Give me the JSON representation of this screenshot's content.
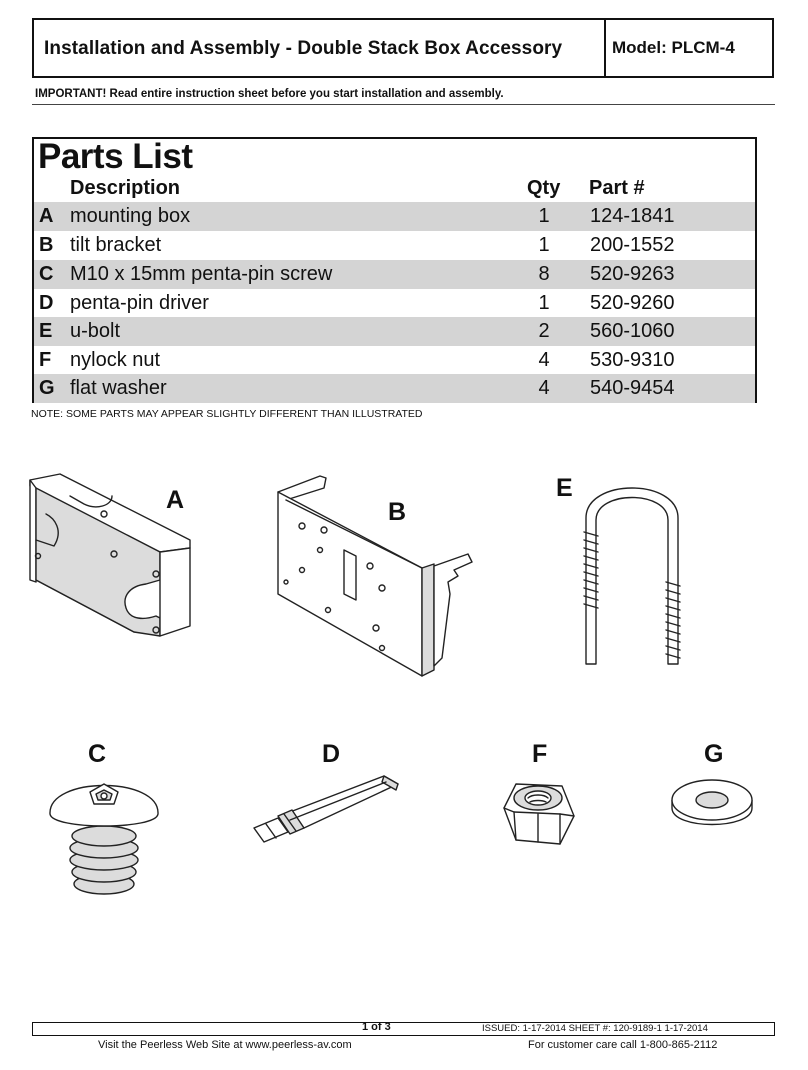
{
  "header": {
    "title": "Installation and Assembly - Double Stack Box Accessory",
    "model": "Model: PLCM-4"
  },
  "important_note": "IMPORTANT!  Read entire instruction sheet before you start installation and assembly.",
  "parts_list": {
    "title": "Parts List",
    "columns": {
      "description": "Description",
      "qty": "Qty",
      "part": "Part #"
    },
    "rows": [
      {
        "letter": "A",
        "description": "mounting box",
        "qty": "1",
        "part": "124-1841"
      },
      {
        "letter": "B",
        "description": "tilt bracket",
        "qty": "1",
        "part": "200-1552"
      },
      {
        "letter": "C",
        "description": "M10 x 15mm penta-pin screw",
        "qty": "8",
        "part": "520-9263"
      },
      {
        "letter": "D",
        "description": "penta-pin driver",
        "qty": "1",
        "part": "520-9260"
      },
      {
        "letter": "E",
        "description": "u-bolt",
        "qty": "2",
        "part": "560-1060"
      },
      {
        "letter": "F",
        "description": "nylock nut",
        "qty": "4",
        "part": "530-9310"
      },
      {
        "letter": "G",
        "description": "flat washer",
        "qty": "4",
        "part": "540-9454"
      }
    ],
    "note": "NOTE: SOME PARTS MAY APPEAR SLIGHTLY DIFFERENT THAN ILLUSTRATED"
  },
  "figures": {
    "a": "A",
    "b": "B",
    "e": "E",
    "c": "C",
    "d": "D",
    "f": "F",
    "g": "G"
  },
  "footer": {
    "page": "1 of 3",
    "issued": "ISSUED: 1-17-2014   SHEET #: 120-9189-1   1-17-2014",
    "website": "Visit the Peerless Web Site at www.peerless-av.com",
    "customer_care": "For customer care call 1-800-865-2112"
  }
}
